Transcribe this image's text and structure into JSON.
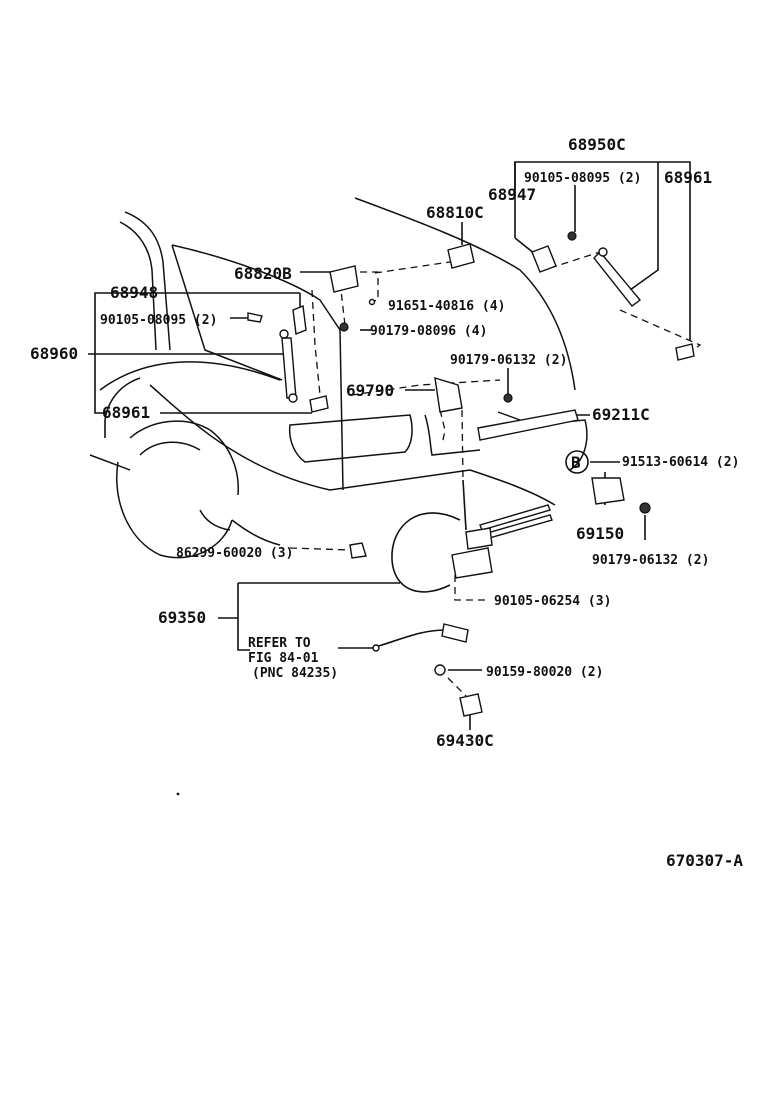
{
  "labels": {
    "l68950c": "68950C",
    "l90105_top": "90105-08095 (2)",
    "l68947": "68947",
    "l68961_top": "68961",
    "l68810c": "68810C",
    "l68820b": "68820B",
    "l68948": "68948",
    "l90105_left": "90105-08095 (2)",
    "l91651": "91651-40816 (4)",
    "l90179_08096": "90179-08096 (4)",
    "l68960": "68960",
    "l90179_06132_top": "90179-06132 (2)",
    "l69790": "69790",
    "l69211c": "69211C",
    "l68961_left": "68961",
    "lB": "B",
    "l91513": "91513-60614 (2)",
    "l69150": "69150",
    "l90179_06132_bot": "90179-06132 (2)",
    "l86299": "86299-60020 (3)",
    "l90105_06254": "90105-06254 (3)",
    "l69350": "69350",
    "ref1": "REFER TO",
    "ref2": "FIG 84-01",
    "ref3": "(PNC 84235)",
    "l90159": "90159-80020 (2)",
    "l69430c": "69430C",
    "fig_code": "670307-A"
  }
}
